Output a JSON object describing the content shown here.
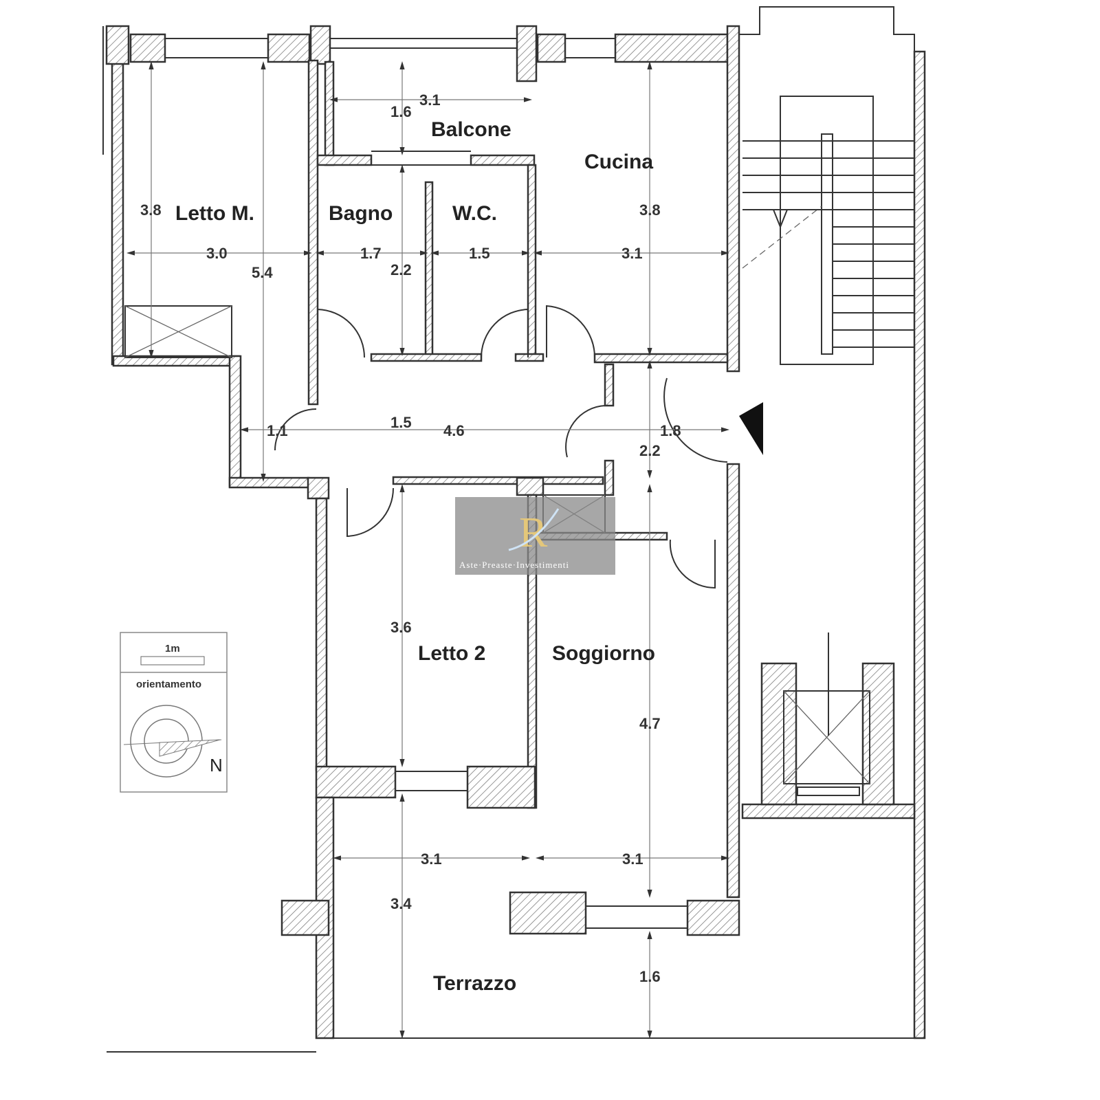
{
  "rooms": {
    "letto_m": "Letto M.",
    "bagno": "Bagno",
    "wc": "W.C.",
    "balcone": "Balcone",
    "cucina": "Cucina",
    "letto_2": "Letto 2",
    "soggiorno": "Soggiorno",
    "terrazzo": "Terrazzo"
  },
  "dimensions": {
    "letto_m_h": "3.8",
    "letto_m_w": "3.0",
    "letto_m_depth": "5.4",
    "balcone_w": "3.1",
    "balcone_h": "1.6",
    "bagno_w": "1.7",
    "bagno_h": "2.2",
    "wc_w": "1.5",
    "cucina_w": "3.1",
    "cucina_h": "3.8",
    "corridor_a": "1.1",
    "corridor_b": "1.5",
    "corridor_len": "4.6",
    "entry_w": "1.8",
    "entry_h": "2.2",
    "letto_2_h": "3.6",
    "soggiorno_h": "4.7",
    "terrazzo_w_left": "3.1",
    "terrazzo_w_right": "3.1",
    "terrazzo_h_left": "3.4",
    "terrazzo_h_right": "1.6"
  },
  "legend": {
    "scale": "1m",
    "orientation": "orientamento",
    "north": "N"
  },
  "watermark": {
    "logo": "R",
    "tagline": "Aste·Preaste·Investimenti"
  }
}
